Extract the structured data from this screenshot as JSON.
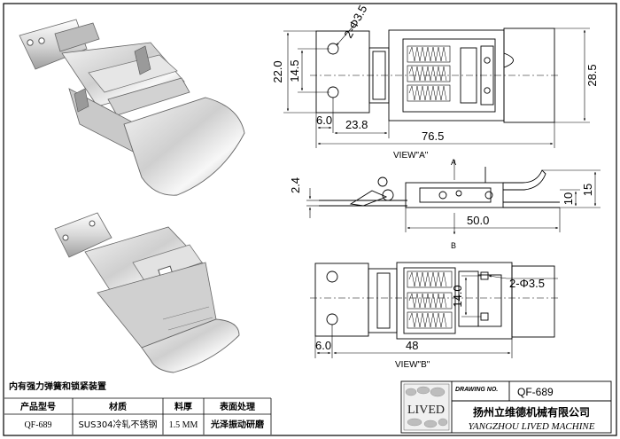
{
  "dimensions": {
    "holes_top": "2-Φ3.5",
    "overall_height": "22.0",
    "hole_spacing": "14.5",
    "right_height": "28.5",
    "edge_offset_a": "6.0",
    "hole_to_body": "23.8",
    "overall_length": "76.5",
    "thickness": "2.4",
    "height_10": "10",
    "height_15": "15",
    "side_length": "50.0",
    "holes_bottom": "2-Φ3.5",
    "keeper_spacing": "14.0",
    "edge_offset_b": "6.0",
    "view_b_length": "48"
  },
  "views": {
    "view_a": "VIEW\"A\"",
    "view_b": "VIEW\"B\"",
    "arrow_a": "A",
    "arrow_b": "B"
  },
  "spec_table": {
    "note": "内有强力弹簧和锁紧装置",
    "headers": [
      "产品型号",
      "材质",
      "料厚",
      "表面处理"
    ],
    "values": [
      "QF-689",
      "SUS304冷轧不锈钢",
      "1.5 MM",
      "光泽振动研磨"
    ]
  },
  "title_block": {
    "drawing_no_label": "DRAWING NO.",
    "drawing_no": "QF-689",
    "logo_text": "LIVED",
    "company_cn": "扬州立维德机械有限公司",
    "company_en": "YANGZHOU LIVED MACHINE"
  }
}
